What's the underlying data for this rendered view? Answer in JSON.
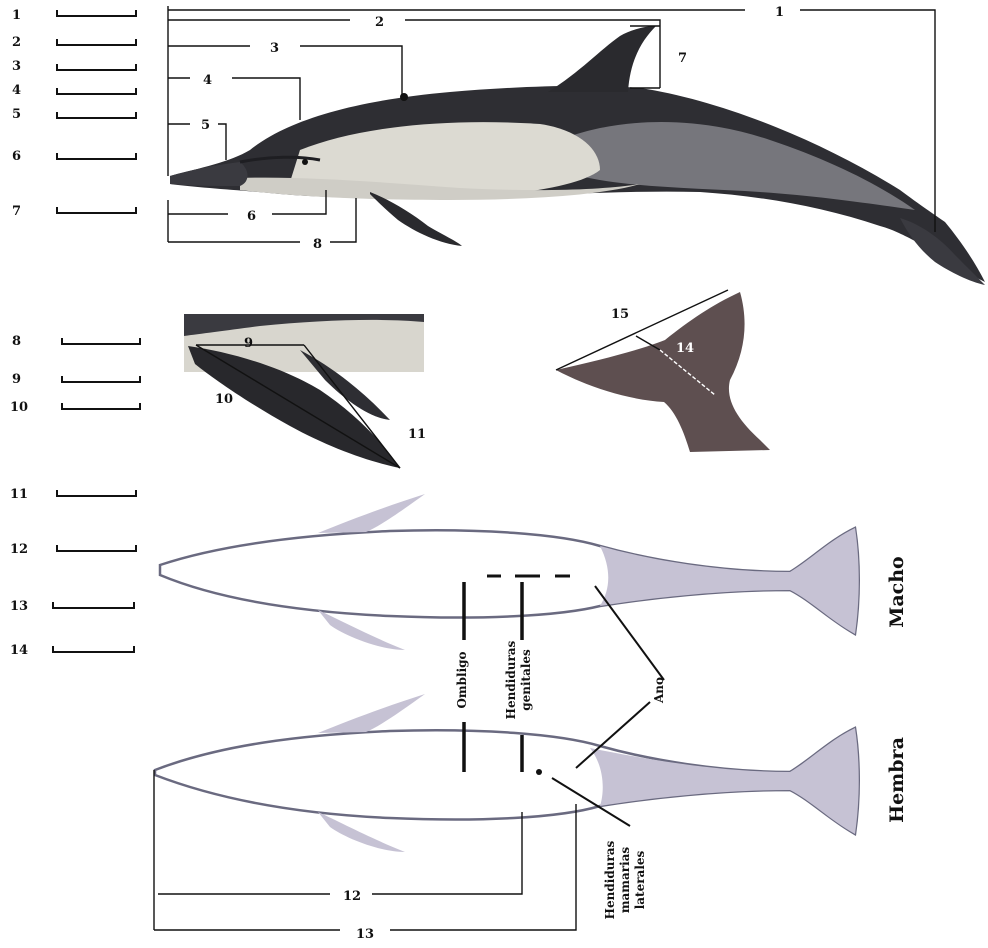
{
  "scale_rows": {
    "set1": [
      "1",
      "2",
      "3",
      "4",
      "5",
      "6",
      "7"
    ],
    "set2": [
      "8",
      "9",
      "10"
    ],
    "set3": [
      "11",
      "12",
      "13",
      "14"
    ]
  },
  "measurements": {
    "m1": "1",
    "m2": "2",
    "m3": "3",
    "m4": "4",
    "m5": "5",
    "m6": "6",
    "m7": "7",
    "m8": "8",
    "m9": "9",
    "m10": "10",
    "m11": "11",
    "m12": "12",
    "m13": "13",
    "m14": "14",
    "m15": "15"
  },
  "labels": {
    "male": "Macho",
    "female": "Hembra",
    "navel": "Ombligo",
    "genital_1": "Hendiduras",
    "genital_2": "genitales",
    "anus": "Ano",
    "mammary_1": "Hendiduras",
    "mammary_2": "mamarias",
    "mammary_3": "laterales"
  },
  "colors": {
    "dolphin_dark": "#2a2a2e",
    "dolphin_mid": "#5a5a60",
    "belly": "#dcdad2",
    "fluke": "#5e4f50",
    "outline_fill": "#c6c2d4",
    "line": "#111111"
  }
}
